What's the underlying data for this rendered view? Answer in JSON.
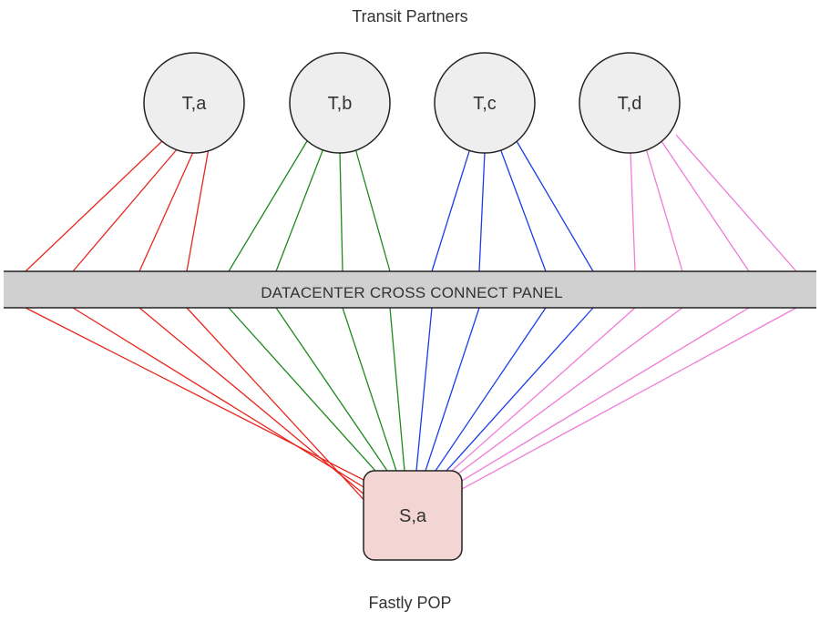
{
  "title_top": "Transit Partners",
  "title_bottom": "Fastly POP",
  "panel": {
    "label": "DATACENTER CROSS CONNECT PANEL",
    "fill": "#d0d0d0"
  },
  "transit": [
    {
      "label": "T,a",
      "color": "#e8261c"
    },
    {
      "label": "T,b",
      "color": "#1c8a1c"
    },
    {
      "label": "T,c",
      "color": "#1c3ce8"
    },
    {
      "label": "T,d",
      "color": "#f07ad8"
    }
  ],
  "pop": {
    "label": "S,a",
    "fill": "#f3d6d4"
  },
  "node_fill": "#eeeeee",
  "links_per_transit": 4
}
